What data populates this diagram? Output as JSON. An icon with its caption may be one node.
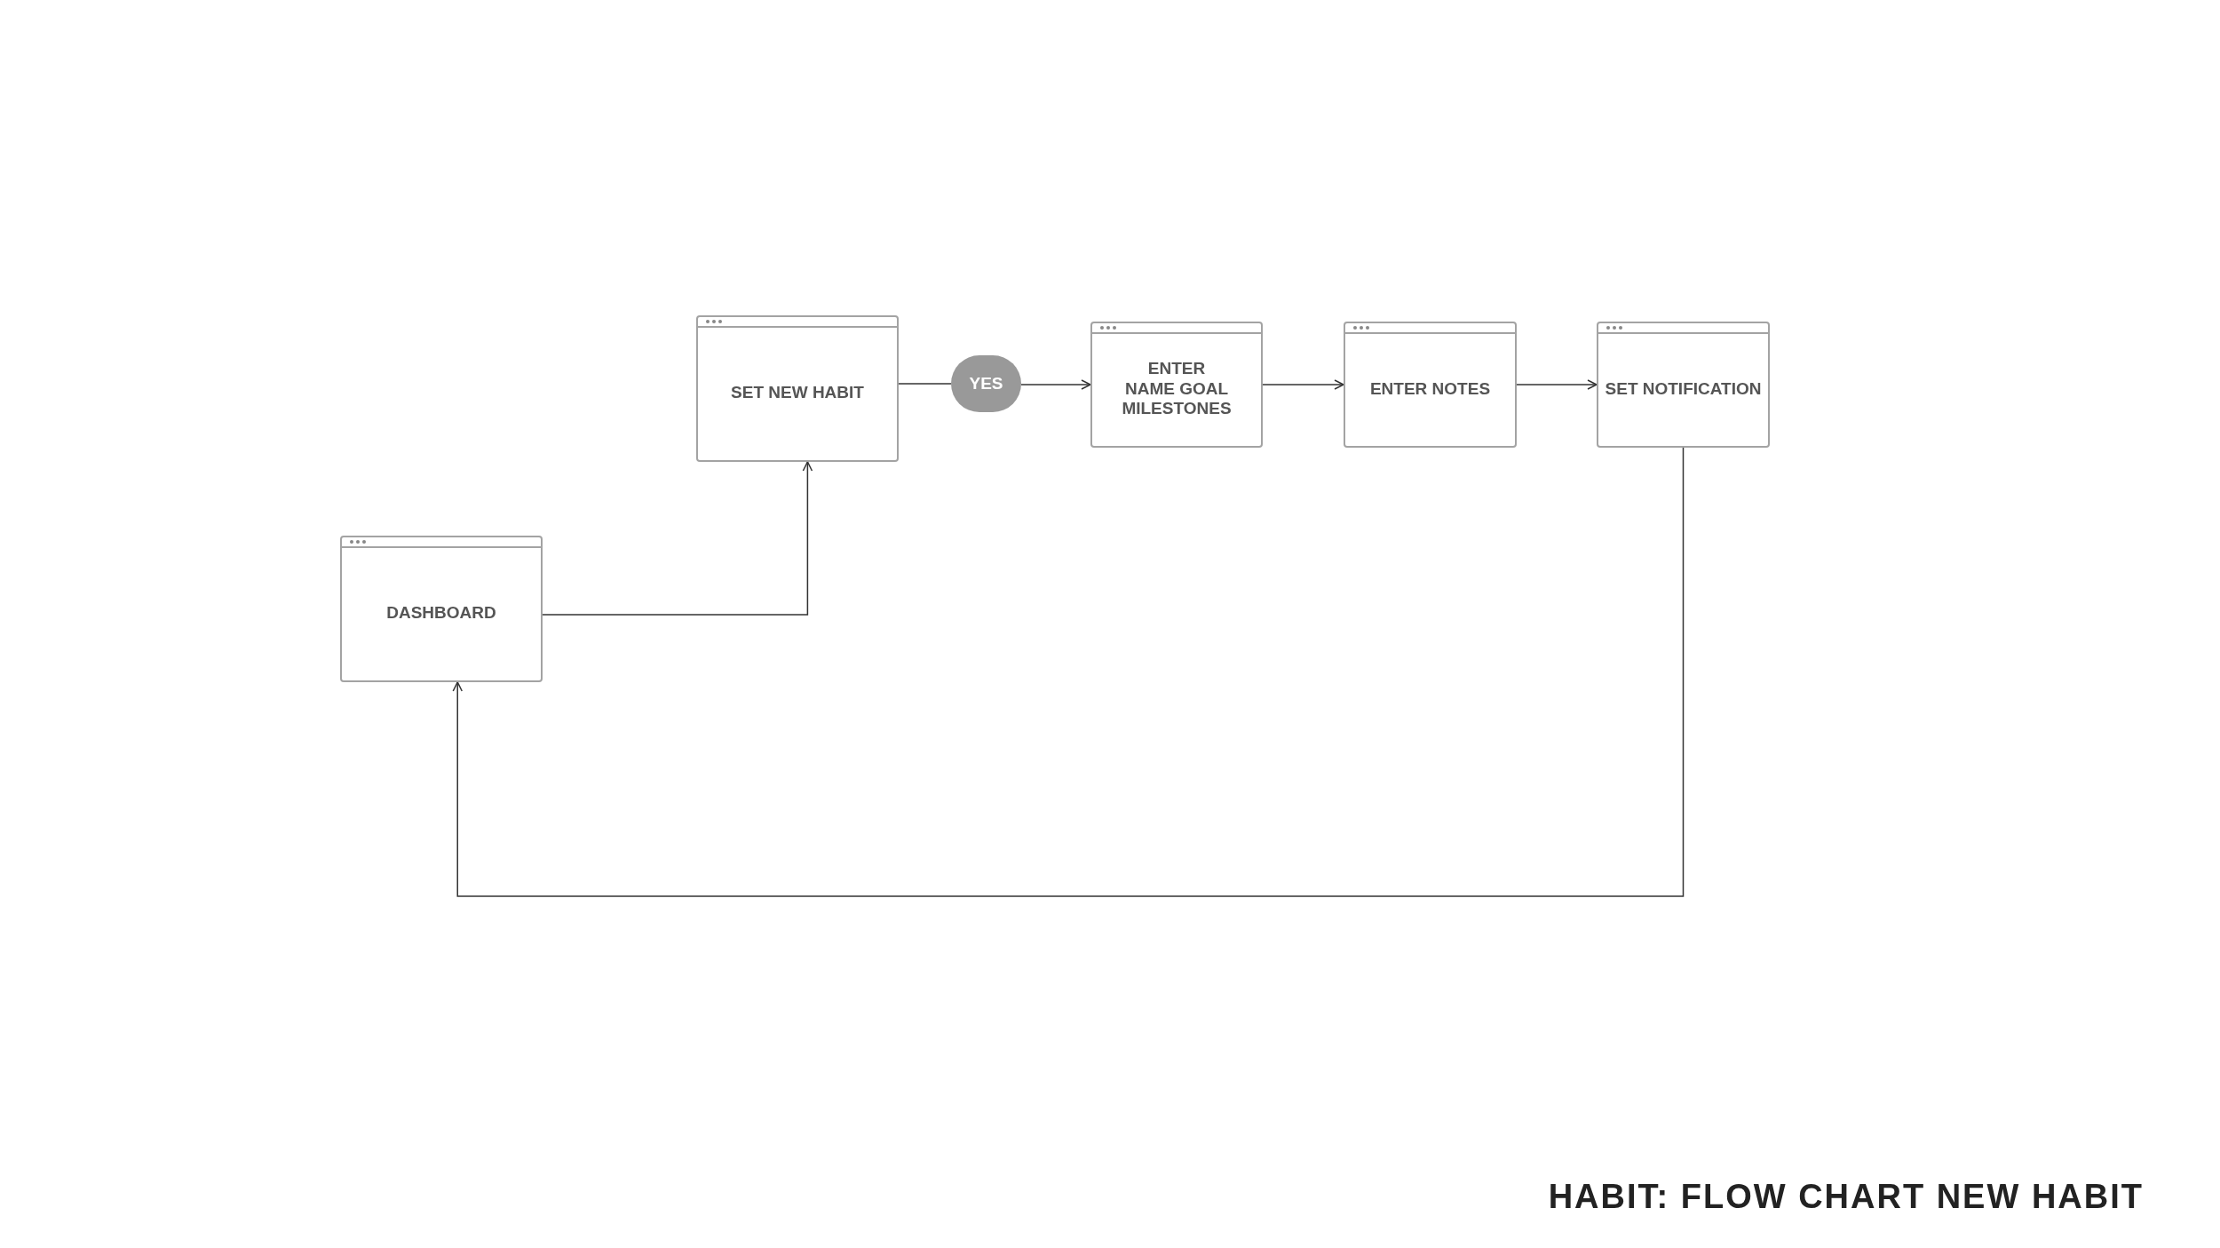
{
  "diagram": {
    "title": "HABIT: FLOW CHART NEW HABIT",
    "nodes": [
      {
        "text": [
          "SET NEW HABIT"
        ]
      },
      {
        "text": [
          "YES"
        ]
      },
      {
        "text": [
          "ENTER NAME GOAL MILESTONES"
        ]
      },
      {
        "text": [
          "ENTER NOTES"
        ]
      },
      {
        "text": [
          "SET NOTIFICATION"
        ]
      },
      {
        "text": [
          "DASHBOARD"
        ]
      }
    ],
    "edges": [
      {
        "from": 5,
        "to": 0,
        "arrow": "to"
      },
      {
        "from": 0,
        "to": 1,
        "arrow": "none"
      },
      {
        "from": 1,
        "to": 2,
        "arrow": "to"
      },
      {
        "from": 2,
        "to": 3,
        "arrow": "to"
      },
      {
        "from": 3,
        "to": 4,
        "arrow": "to"
      },
      {
        "from": 4,
        "to": 5,
        "arrow": "to"
      }
    ]
  }
}
